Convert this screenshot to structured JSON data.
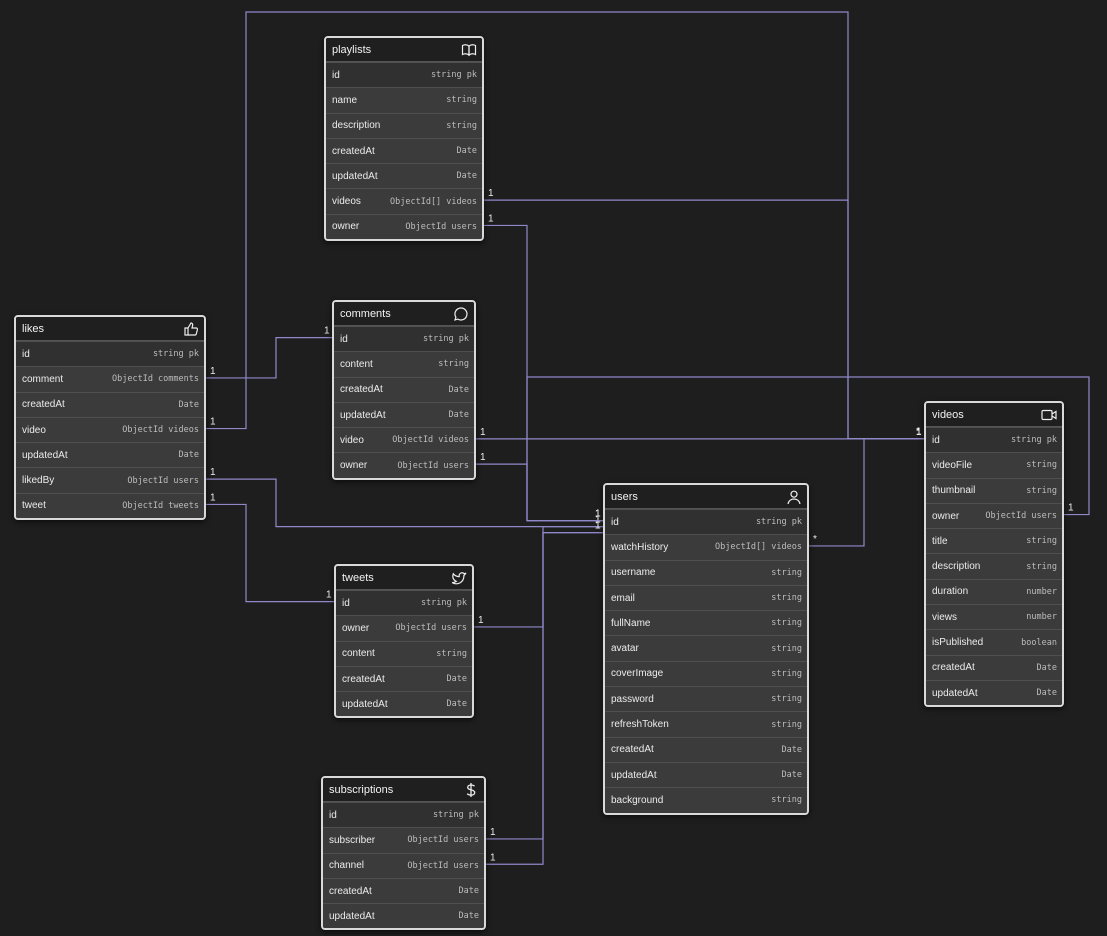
{
  "tables": [
    {
      "id": "playlists",
      "title": "playlists",
      "icon": "book-icon",
      "fields": [
        {
          "name": "id",
          "type": "string  pk",
          "pk": true
        },
        {
          "name": "name",
          "type": "string"
        },
        {
          "name": "description",
          "type": "string"
        },
        {
          "name": "createdAt",
          "type": "Date"
        },
        {
          "name": "updatedAt",
          "type": "Date"
        },
        {
          "name": "videos",
          "type": "ObjectId[]  videos"
        },
        {
          "name": "owner",
          "type": "ObjectId  users"
        }
      ]
    },
    {
      "id": "comments",
      "title": "comments",
      "icon": "chat-bubble-icon",
      "fields": [
        {
          "name": "id",
          "type": "string  pk",
          "pk": true
        },
        {
          "name": "content",
          "type": "string"
        },
        {
          "name": "createdAt",
          "type": "Date"
        },
        {
          "name": "updatedAt",
          "type": "Date"
        },
        {
          "name": "video",
          "type": "ObjectId  videos"
        },
        {
          "name": "owner",
          "type": "ObjectId  users"
        }
      ]
    },
    {
      "id": "likes",
      "title": "likes",
      "icon": "thumbs-up-icon",
      "fields": [
        {
          "name": "id",
          "type": "string  pk",
          "pk": true
        },
        {
          "name": "comment",
          "type": "ObjectId  comments"
        },
        {
          "name": "createdAt",
          "type": "Date"
        },
        {
          "name": "video",
          "type": "ObjectId  videos"
        },
        {
          "name": "updatedAt",
          "type": "Date"
        },
        {
          "name": "likedBy",
          "type": "ObjectId  users"
        },
        {
          "name": "tweet",
          "type": "ObjectId  tweets"
        }
      ]
    },
    {
      "id": "tweets",
      "title": "tweets",
      "icon": "bird-icon",
      "fields": [
        {
          "name": "id",
          "type": "string  pk",
          "pk": true
        },
        {
          "name": "owner",
          "type": "ObjectId  users"
        },
        {
          "name": "content",
          "type": "string"
        },
        {
          "name": "createdAt",
          "type": "Date"
        },
        {
          "name": "updatedAt",
          "type": "Date"
        }
      ]
    },
    {
      "id": "subscriptions",
      "title": "subscriptions",
      "icon": "dollar-icon",
      "fields": [
        {
          "name": "id",
          "type": "string  pk",
          "pk": true
        },
        {
          "name": "subscriber",
          "type": "ObjectId  users"
        },
        {
          "name": "channel",
          "type": "ObjectId  users"
        },
        {
          "name": "createdAt",
          "type": "Date"
        },
        {
          "name": "updatedAt",
          "type": "Date"
        }
      ]
    },
    {
      "id": "users",
      "title": "users",
      "icon": "user-icon",
      "fields": [
        {
          "name": "id",
          "type": "string  pk",
          "pk": true
        },
        {
          "name": "watchHistory",
          "type": "ObjectId[]  videos"
        },
        {
          "name": "username",
          "type": "string"
        },
        {
          "name": "email",
          "type": "string"
        },
        {
          "name": "fullName",
          "type": "string"
        },
        {
          "name": "avatar",
          "type": "string"
        },
        {
          "name": "coverImage",
          "type": "string"
        },
        {
          "name": "password",
          "type": "string"
        },
        {
          "name": "refreshToken",
          "type": "string"
        },
        {
          "name": "createdAt",
          "type": "Date"
        },
        {
          "name": "updatedAt",
          "type": "Date"
        },
        {
          "name": "background",
          "type": "string"
        }
      ]
    },
    {
      "id": "videos",
      "title": "videos",
      "icon": "video-camera-icon",
      "fields": [
        {
          "name": "id",
          "type": "string  pk",
          "pk": true
        },
        {
          "name": "videoFile",
          "type": "string"
        },
        {
          "name": "thumbnail",
          "type": "string"
        },
        {
          "name": "owner",
          "type": "ObjectId  users"
        },
        {
          "name": "title",
          "type": "string"
        },
        {
          "name": "description",
          "type": "string"
        },
        {
          "name": "duration",
          "type": "number"
        },
        {
          "name": "views",
          "type": "number"
        },
        {
          "name": "isPublished",
          "type": "boolean"
        },
        {
          "name": "createdAt",
          "type": "Date"
        },
        {
          "name": "updatedAt",
          "type": "Date"
        }
      ]
    }
  ],
  "relations": [
    {
      "from": "playlists.videos",
      "to": "videos.id",
      "from_label": "1",
      "to_label": "*"
    },
    {
      "from": "playlists.owner",
      "to": "users.id",
      "from_label": "1",
      "to_label": "1"
    },
    {
      "from": "likes.comment",
      "to": "comments.id",
      "from_label": "1",
      "to_label": "1"
    },
    {
      "from": "likes.video",
      "to": "videos.id",
      "from_label": "1",
      "to_label": "1"
    },
    {
      "from": "likes.likedBy",
      "to": "users.id",
      "from_label": "1",
      "to_label": "1"
    },
    {
      "from": "likes.tweet",
      "to": "tweets.id",
      "from_label": "1",
      "to_label": "1"
    },
    {
      "from": "comments.video",
      "to": "videos.id",
      "from_label": "1",
      "to_label": "1"
    },
    {
      "from": "comments.owner",
      "to": "users.id",
      "from_label": "1",
      "to_label": "1"
    },
    {
      "from": "tweets.owner",
      "to": "users.id",
      "from_label": "1",
      "to_label": "1"
    },
    {
      "from": "subscriptions.subscriber",
      "to": "users.id",
      "from_label": "1",
      "to_label": "1"
    },
    {
      "from": "subscriptions.channel",
      "to": "users.id",
      "from_label": "1",
      "to_label": "1"
    },
    {
      "from": "users.watchHistory",
      "to": "videos.id",
      "from_label": "*",
      "to_label": "*"
    },
    {
      "from": "videos.owner",
      "to": "users.id",
      "from_label": "1",
      "to_label": "1"
    }
  ],
  "colors": {
    "background": "#1e1e1e",
    "edge": "#8f88c9",
    "header": "#1f1f1f",
    "row": "#3b3b3b"
  }
}
